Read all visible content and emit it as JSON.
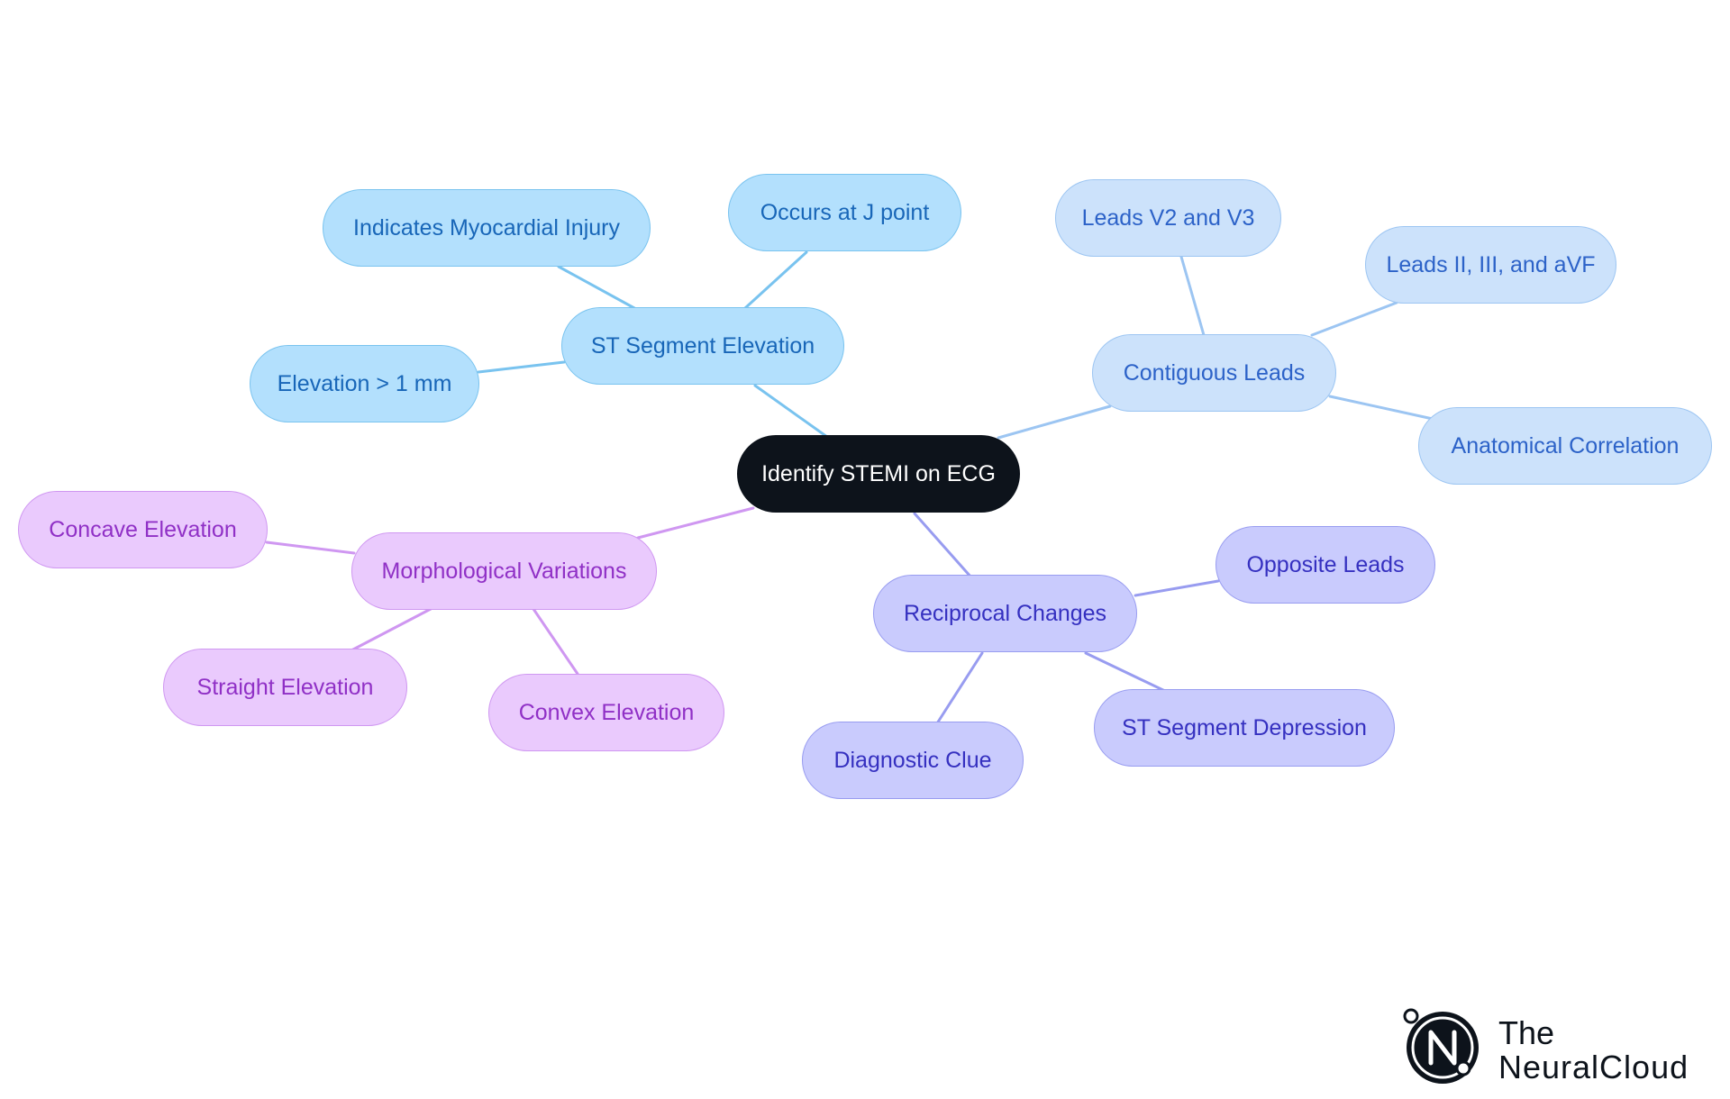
{
  "mindmap": {
    "root": "Identify STEMI on ECG",
    "branches": {
      "st_elevation": {
        "label": "ST Segment Elevation",
        "children": [
          "Indicates Myocardial Injury",
          "Occurs at J point",
          "Elevation > 1 mm"
        ]
      },
      "contiguous_leads": {
        "label": "Contiguous Leads",
        "children": [
          "Leads V2 and V3",
          "Leads II, III, and aVF",
          "Anatomical Correlation"
        ]
      },
      "reciprocal_changes": {
        "label": "Reciprocal Changes",
        "children": [
          "Opposite Leads",
          "ST Segment Depression",
          "Diagnostic Clue"
        ]
      },
      "morphological_variations": {
        "label": "Morphological Variations",
        "children": [
          "Concave Elevation",
          "Straight Elevation",
          "Convex Elevation"
        ]
      }
    }
  },
  "brand": {
    "line1": "The",
    "line2": "NeuralCloud"
  },
  "colors": {
    "root": "#0d131b",
    "st_elevation": "#b3e0fd",
    "contiguous_leads": "#cce2fb",
    "reciprocal_changes": "#c9cbfd",
    "morphological_variations": "#eacafd"
  }
}
